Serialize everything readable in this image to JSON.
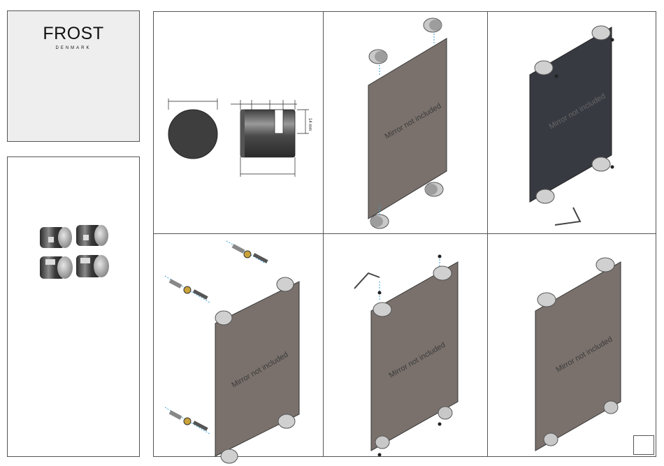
{
  "brand": {
    "name": "FROST",
    "sub": "DENMARK"
  },
  "steps": [
    {
      "mirror_label": ""
    },
    {
      "mirror_label": "Mirror not included"
    },
    {
      "mirror_label": "Mirror not included"
    },
    {
      "mirror_label": "Mirror not included"
    },
    {
      "mirror_label": "Mirror not included"
    },
    {
      "mirror_label": "Mirror not included"
    }
  ],
  "dimension": {
    "label": "14 mm"
  },
  "colors": {
    "mirror": "#7a716c",
    "mirror_dark": "#383a42",
    "holder": "#b9b9b9",
    "frame": "#555555",
    "guide": "#3aa0d8"
  },
  "icons": [
    "allen-key-icon",
    "screw-icon",
    "wall-plug-icon",
    "mirror-holder-icon"
  ]
}
